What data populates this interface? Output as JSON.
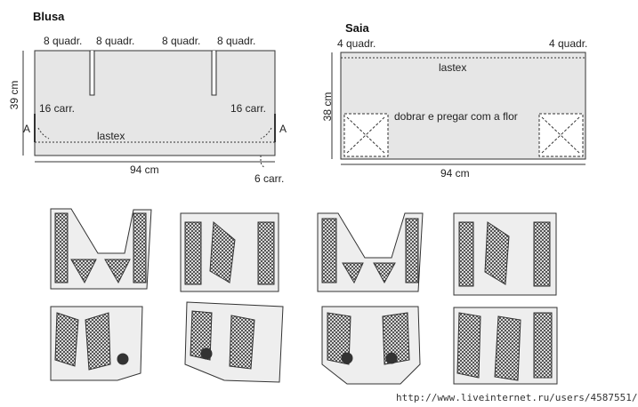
{
  "blusa": {
    "title": "Blusa",
    "top_labels": [
      "8 quadr.",
      "8 quadr.",
      "8 quadr.",
      "8 quadr."
    ],
    "height_label": "39 cm",
    "side_left": "16 carr.",
    "side_right": "16 carr.",
    "marker_left": "A",
    "marker_right": "A",
    "band_label": "lastex",
    "width_label": "94 cm",
    "bottom_right": "6 carr."
  },
  "saia": {
    "title": "Saia",
    "top_left": "4 quadr.",
    "top_right": "4 quadr.",
    "band_label": "lastex",
    "height_label": "38 cm",
    "fold_note": "dobrar e pregar com a flor",
    "width_label": "94 cm"
  },
  "watermark": "http://www.liveinternet.ru/users/4587551/",
  "colors": {
    "panel": "#e6e6e6",
    "outline": "#333333",
    "lace": "#3a3a3a"
  }
}
